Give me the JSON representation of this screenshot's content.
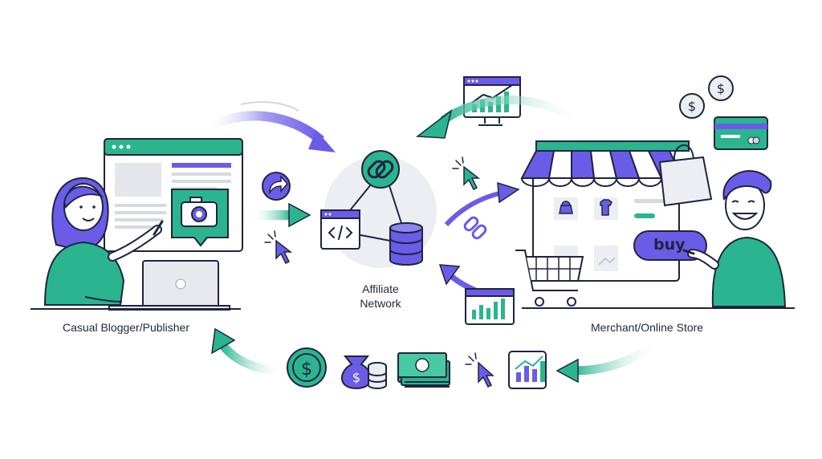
{
  "labels": {
    "publisher": "Casual Blogger/Publisher",
    "network_line1": "Affiliate",
    "network_line2": "Network",
    "merchant": "Merchant/Online Store",
    "buy": "buy"
  },
  "colors": {
    "green": "#2bb58f",
    "green_light": "#49c9a2",
    "purple": "#6b5ce7",
    "purple_dark": "#5a4bd6",
    "outline": "#1f2440",
    "gray_bg": "#eceef3",
    "skin": "#ffffff"
  },
  "icons": [
    "chain-link-icon",
    "code-icon",
    "database-icon",
    "share-arrow-icon",
    "cursor-click-icon",
    "camera-icon",
    "laptop-icon",
    "analytics-monitor-icon",
    "coin-icon",
    "credit-card-icon",
    "shopping-bag-icon",
    "shopping-cart-icon",
    "money-bag-icon",
    "cash-stack-icon",
    "bar-chart-icon",
    "dollar-coin-icon"
  ]
}
